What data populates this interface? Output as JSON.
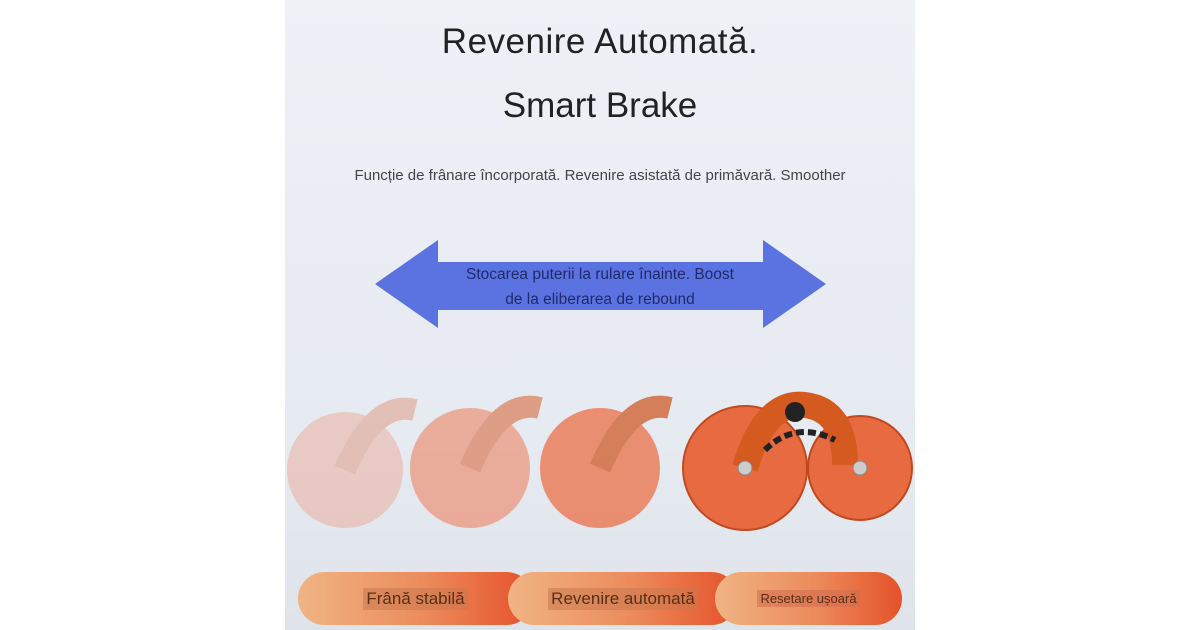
{
  "heading": {
    "line1": "Revenire Automată.",
    "line2": "Smart Brake"
  },
  "subtitle": "Funcție de frânare încorporată. Revenire asistată de primăvară. Smoother",
  "arrow": {
    "text_line1": "Stocarea puterii la rulare înainte. Boost",
    "text_line2": "de la eliberarea de rebound",
    "color": "#5b73e0"
  },
  "features": [
    {
      "label": "Frână stabilă"
    },
    {
      "label": "Revenire automată"
    },
    {
      "label": "Resetare ușoară"
    }
  ],
  "colors": {
    "accent": "#e5512a",
    "background": "#e8ecf3"
  }
}
